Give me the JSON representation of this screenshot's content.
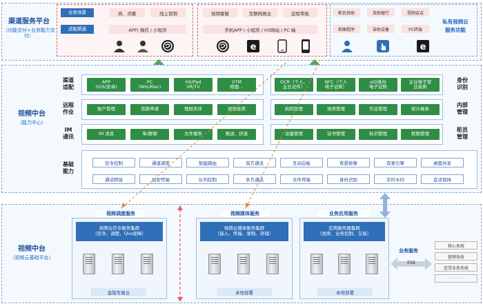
{
  "top": {
    "channel_platform": {
      "title": "渠道服务平台",
      "subtitle": "（功能交付+业务能力交付）"
    },
    "left_box": {
      "scene_label": "业务场景",
      "scene_tags": [
        "商、点播",
        "线上营销"
      ],
      "channel_label": "适配渠道",
      "channel_value": "APP/ 微信 / 小程序"
    },
    "mid_box": {
      "tags": [
        "视频客服",
        "互联网展业",
        "远程审批"
      ],
      "channel_value": "手机APP / 小程序 / H5网站 / PC 端"
    },
    "right_box": {
      "tags": [
        "柜员协助",
        "自助银行",
        "视频会议",
        "柜面程序",
        "自助设备",
        "PC终端"
      ]
    },
    "private_cloud": {
      "title": "私有视频云",
      "subtitle": "服务功能"
    }
  },
  "middle": {
    "title": "视频中台",
    "subtitle": "（能力中心）",
    "rows": [
      {
        "label": "渠道\n适配",
        "left": [
          "APP\n(iOS/安卓)",
          "PC\n(Win/Mac)",
          "H5/Pad\nVR/TV",
          "VTM\n柜面…"
        ],
        "right": [
          "OCR（个人、\n企业证件）",
          "NFC（个人\n电子证照）",
          "eID身份\n电子证照",
          "企业电子营\n业执照"
        ],
        "right_label": "身份\n识别"
      },
      {
        "label": "远程\n作业",
        "left": [
          "账户管理",
          "贷款申请",
          "理财风评",
          "视频坐席"
        ],
        "right": [
          "机构管理",
          "坐席管理",
          "作业管理",
          "统计报表"
        ],
        "right_label": "内部\n管理"
      },
      {
        "label": "IM\n通讯",
        "left": [
          "IM 消息",
          "单/群聊",
          "文件服务",
          "推送、抄送"
        ],
        "right": [
          "设备管理",
          "证书管理",
          "标识管理",
          "权限管理"
        ],
        "right_label": "柜员\n管理"
      }
    ],
    "basic": {
      "label": "基础\n能力",
      "row1": [
        "信令控制",
        "通道调度",
        "智能路由",
        "双方通话",
        "互动白板",
        "背景抠像",
        "双录引擎",
        "桌面共享"
      ],
      "row2": [
        "通话转接",
        "加密传输",
        "队列控制",
        "多方通话",
        "文件传输",
        "身份识别",
        "实时水印",
        "会话保持"
      ]
    }
  },
  "bottom": {
    "title": "视频中台",
    "subtitle": "（视频云基础平台）",
    "groups": [
      {
        "header": "视频调度服务",
        "bar": "视频云信令服务集群\n（信令、调度、Qos保障）",
        "footer": "金融专属云"
      },
      {
        "header": "视频媒体服务",
        "bar": "视频云媒体服务集群\n（接入、传输、录制、存储）",
        "footer": "本地部署"
      },
      {
        "header": "业务应用服务",
        "bar": "应用服务器集群\n（坐席、业务控制、交易）",
        "footer": "本地部署"
      }
    ],
    "services": {
      "label": "业务服务",
      "esb": "ESB",
      "items": [
        "核心系统",
        "营销系统",
        "信贷业务系统",
        "· · · · · ·"
      ]
    }
  },
  "colors": {
    "green": "#2f8d46",
    "blue": "#2e6fb8",
    "title": "#1f4e9c",
    "red": "#e06060"
  }
}
